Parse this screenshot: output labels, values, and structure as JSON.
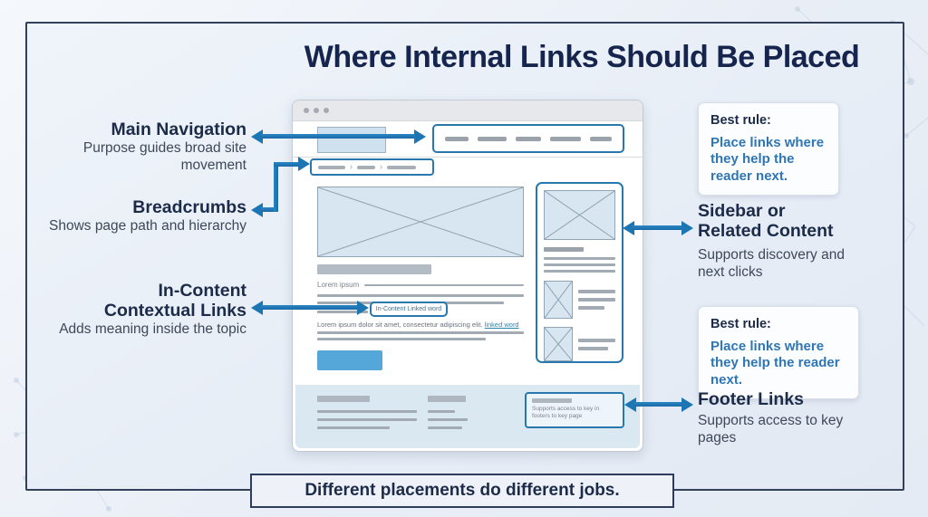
{
  "title": "Where Internal Links Should Be Placed",
  "colors": {
    "accent_arrow": "#1d76b4",
    "heading_navy": "#1c2b4a",
    "rule_blue": "#2e76b5",
    "mock_outline_teal": "#2878ad",
    "cta_blue": "#55a7d9"
  },
  "left_annotations": [
    {
      "heading": "Main Navigation",
      "description": "Purpose guides broad site movement"
    },
    {
      "heading": "Breadcrumbs",
      "description": "Shows page path and hierarchy"
    },
    {
      "heading": "In-Content Contextual Links",
      "description": "Adds meaning inside the topic"
    }
  ],
  "right_annotations": {
    "best_rule_top": {
      "label": "Best rule:",
      "text": "Place links where they help the reader next."
    },
    "sidebar": {
      "heading": "Sidebar or Related Content",
      "description": "Supports discovery and next clicks"
    },
    "best_rule_bottom": {
      "label": "Best rule:",
      "text": "Place links where they help the reader next."
    },
    "footer": {
      "heading": "Footer Links",
      "description": "Supports access to key pages"
    }
  },
  "browser": {
    "breadcrumb_separator": "›",
    "lorem_label": "Lorem ipsum",
    "incontent_link_label": "In-Content Linked word",
    "paragraph": "Lorem ipsum dolor sit amet, consectetur adipiscing elit. ",
    "paragraph_link": "linked word",
    "footer_box_text": "Supports access to key in footers to key page"
  },
  "footer_banner": "Different placements do different jobs."
}
